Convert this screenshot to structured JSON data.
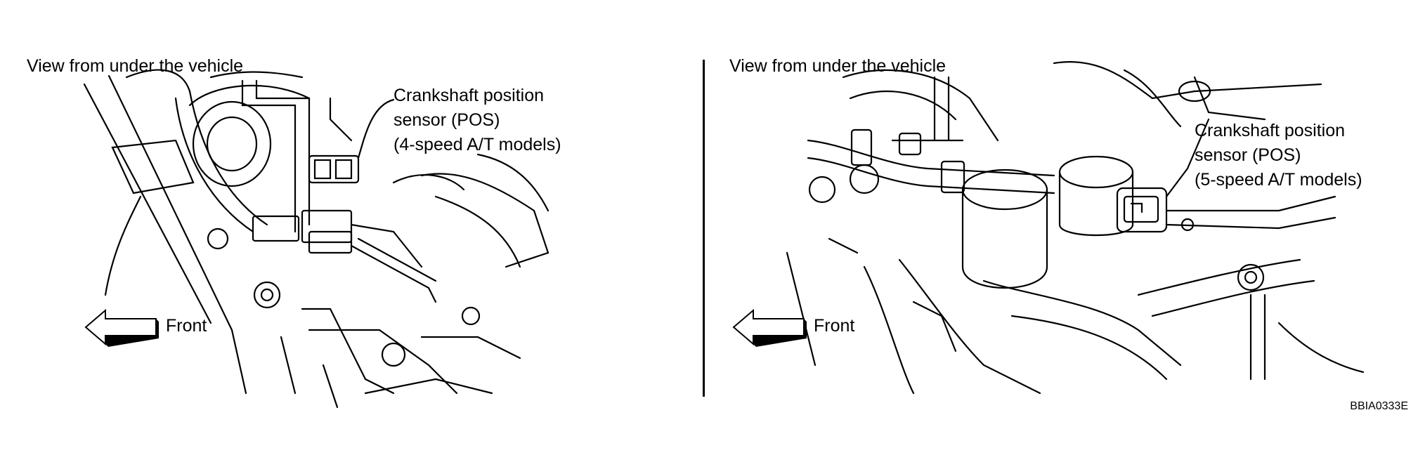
{
  "left": {
    "view_label": "View from under the vehicle",
    "callout_line1": "Crankshaft position",
    "callout_line2": "sensor (POS)",
    "callout_line3": "(4-speed A/T models)",
    "direction_label": "Front"
  },
  "right": {
    "view_label": "View from under the vehicle",
    "callout_line1": "Crankshaft position",
    "callout_line2": "sensor (POS)",
    "callout_line3": "(5-speed A/T models)",
    "direction_label": "Front"
  },
  "figure_code": "BBIA0333E",
  "icons": [
    "front-arrow-icon"
  ],
  "colors": {
    "ink": "#000000",
    "paper": "#ffffff"
  }
}
